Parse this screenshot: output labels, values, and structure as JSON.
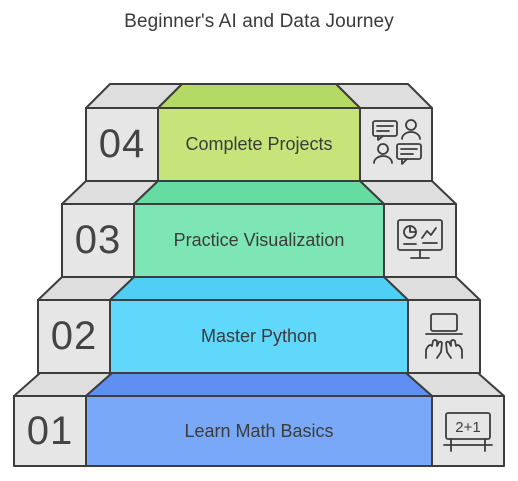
{
  "title": "Beginner's AI and Data Journey",
  "steps": [
    {
      "number": "01",
      "label": "Learn Math Basics",
      "color": "#7aa8f8",
      "icon": "math-board-icon"
    },
    {
      "number": "02",
      "label": "Master Python",
      "color": "#5fd8fb",
      "icon": "laptop-hands-icon"
    },
    {
      "number": "03",
      "label": "Practice Visualization",
      "color": "#7ee6b4",
      "icon": "dashboard-monitor-icon"
    },
    {
      "number": "04",
      "label": "Complete Projects",
      "color": "#c6e47a",
      "icon": "team-chat-icon"
    }
  ],
  "icon_text": {
    "math": "2+1"
  },
  "colors": {
    "side_block": "#e6e6e6",
    "outline": "#3d3d3d",
    "text": "#3b3b3b"
  }
}
